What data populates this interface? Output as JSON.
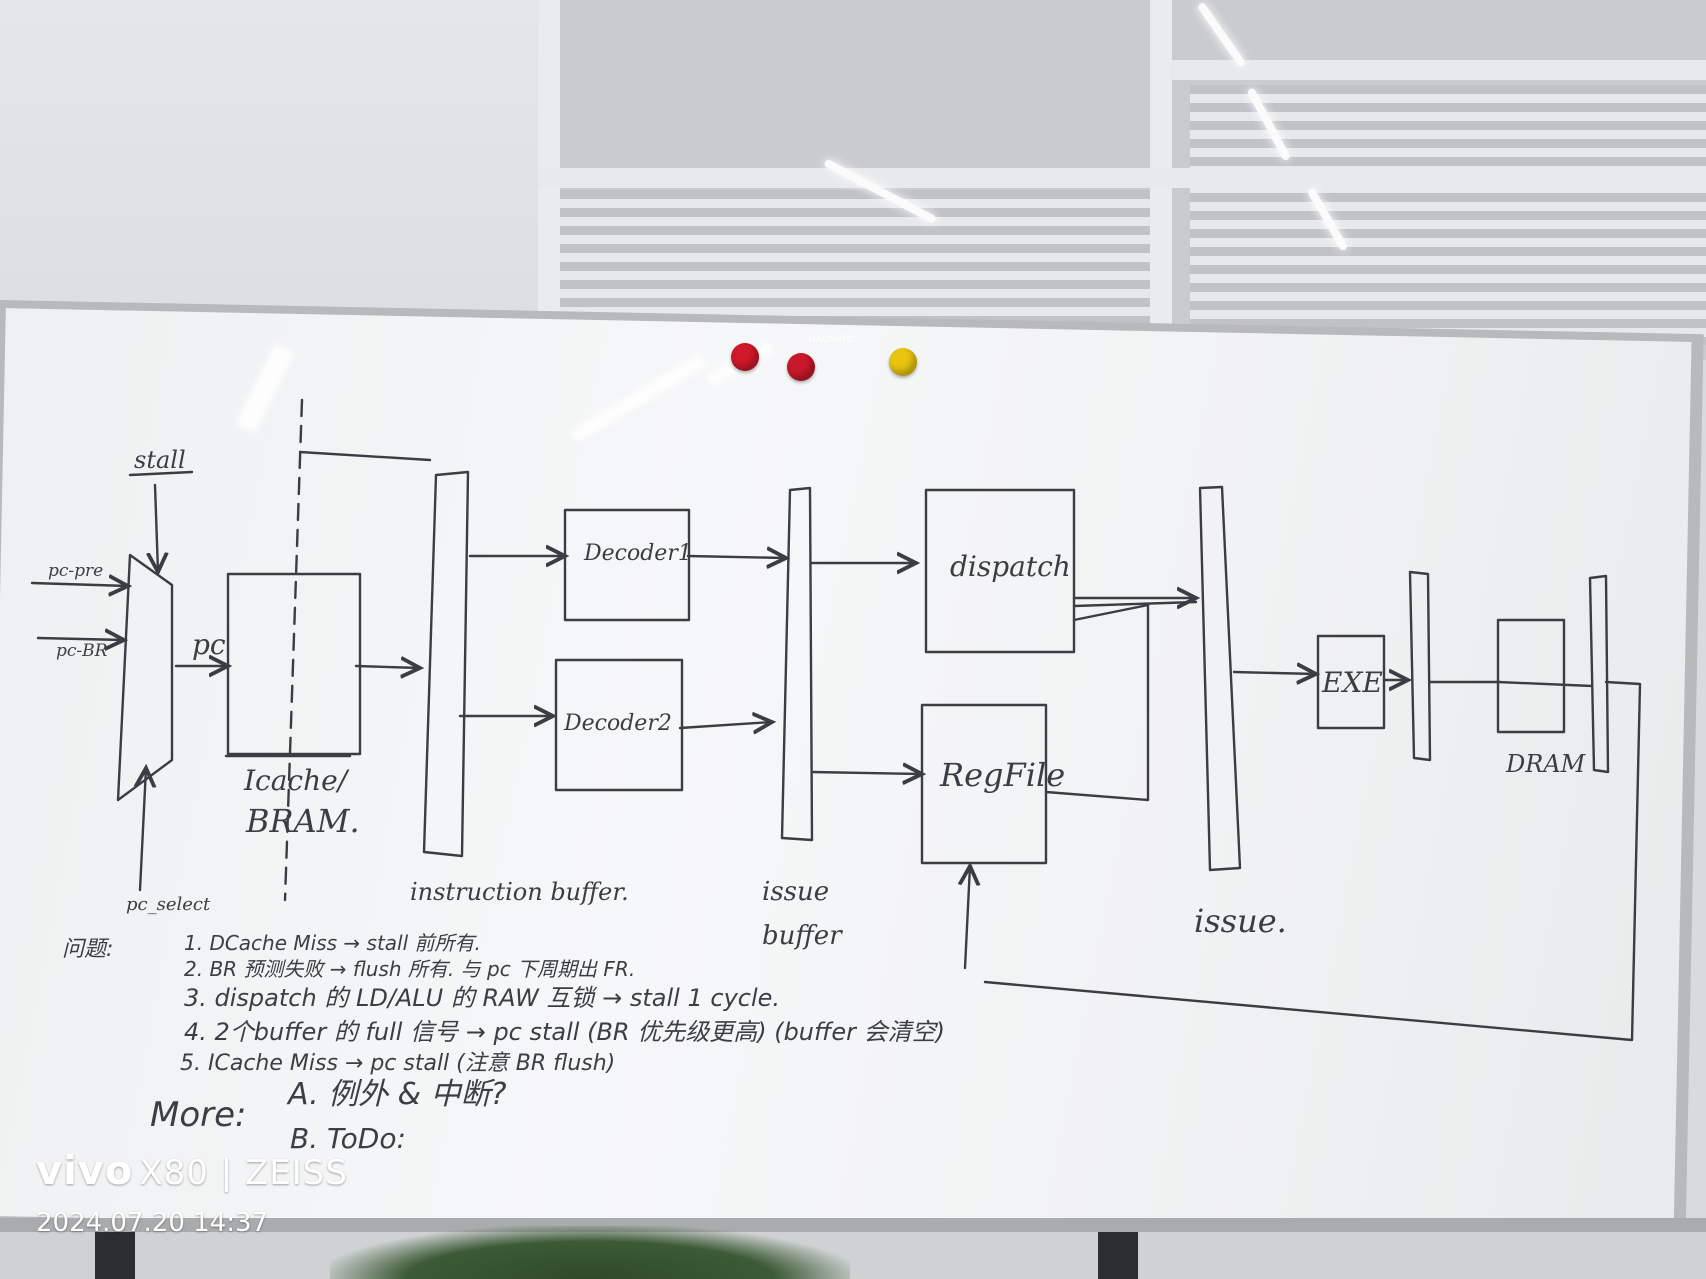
{
  "labels": {
    "stall": "stall",
    "pc_pre": "pc-pre",
    "pc_br": "pc-BR",
    "pc": "pc",
    "pc_select": "pc_select",
    "icache_line1": "Icache/",
    "icache_line2": "BRAM.",
    "instruction_buffer": "instruction buffer.",
    "decoder1": "Decoder1",
    "decoder2": "Decoder2",
    "issue_buffer_line1": "issue",
    "issue_buffer_line2": "buffer",
    "dispatch": "dispatch",
    "regfile": "RegFile",
    "issue": "issue.",
    "exe": "EXE",
    "dram": "DRAM"
  },
  "notes": {
    "heading": "问题:",
    "items": [
      "1. DCache Miss → stall 前所有.",
      "2. BR 预测失败 → flush 所有. 与 pc 下周期出 FR.",
      "3. dispatch 的 LD/ALU 的 RAW 互锁 → stall 1 cycle.",
      "4. 2个buffer 的 full 信号 → pc stall (BR 优先级更高) (buffer 会清空)",
      "5. ICache Miss → pc stall (注意 BR flush)"
    ],
    "more_label": "More:",
    "more_items": [
      "A. 例外 & 中断?",
      "B. ToDo:"
    ]
  },
  "board_brand": "MAGNETIC",
  "magnets": [
    {
      "name": "red-magnet-1",
      "color": "#d0182a"
    },
    {
      "name": "red-magnet-2",
      "color": "#c8182a"
    },
    {
      "name": "yellow-magnet",
      "color": "#e8c410"
    }
  ],
  "watermark": {
    "brand": "vivo",
    "model": "X80 | ZEISS",
    "datetime": "2024.07.20 14:37"
  }
}
